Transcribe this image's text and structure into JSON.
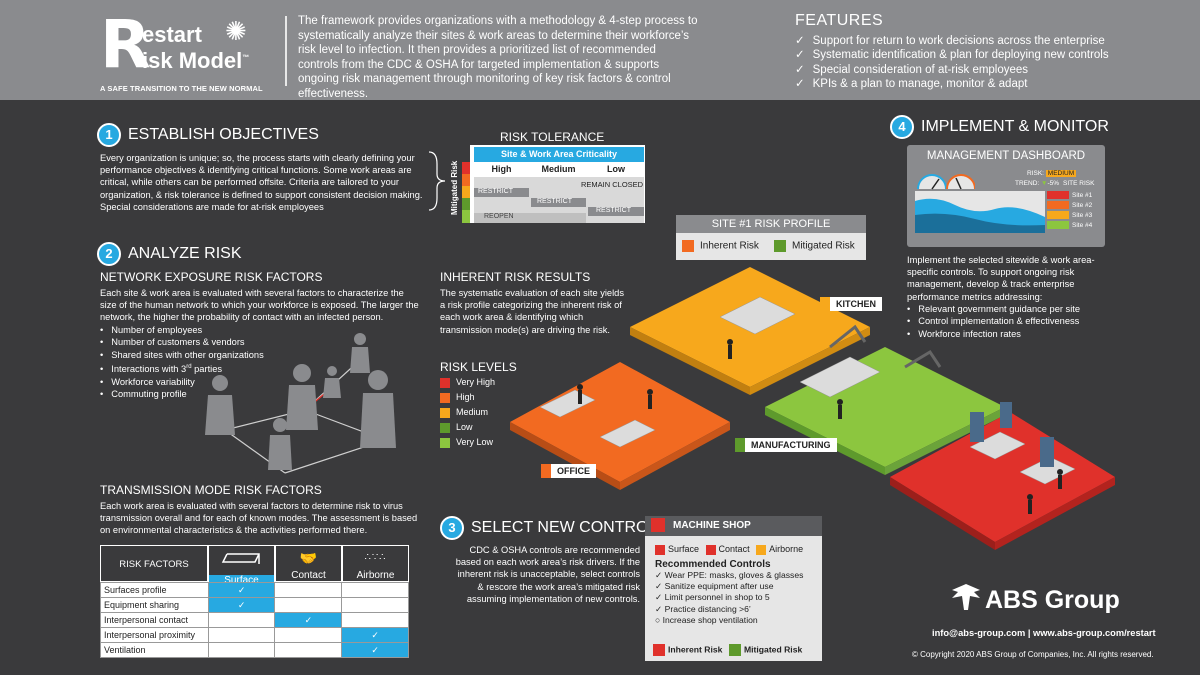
{
  "logo": {
    "r_glyph": "R",
    "restart": "estart",
    "risk_model": "isk Model",
    "tm": "™",
    "tagline": "A SAFE TRANSITION TO THE NEW NORMAL"
  },
  "intro": "The framework provides organizations with a methodology & 4-step process to systematically analyze their sites & work areas to determine their workforce’s risk level to infection. It then provides a prioritized list of recommended controls from the CDC & OSHA for targeted implementation & supports ongoing risk management through monitoring of key risk factors & control effectiveness.",
  "features": {
    "title": "FEATURES",
    "items": [
      "Support for return to work decisions across the enterprise",
      "Systematic identification & plan for deploying new controls",
      "Special consideration of at-risk employees",
      "KPIs & a plan to manage, monitor & adapt"
    ]
  },
  "step1": {
    "num": "1",
    "title": "ESTABLISH OBJECTIVES",
    "body": "Every organization is unique; so, the process starts with clearly defining your performance objectives & identifying critical functions.  Some work areas are critical, while others can be performed offsite.  Criteria are tailored to your organization, & risk tolerance is defined to support consistent decision making.  Special considerations are made for at-risk employees"
  },
  "risk_tolerance": {
    "title": "RISK TOLERANCE",
    "criticality": "Site & Work Area Criticality",
    "cols": [
      "High",
      "Medium",
      "Low"
    ],
    "side_label": "Mitigated Risk",
    "remain_closed": "REMAIN CLOSED",
    "restrict": "RESTRICT",
    "reopen": "REOPEN"
  },
  "step2": {
    "num": "2",
    "title": "ANALYZE RISK",
    "network_title": "NETWORK EXPOSURE RISK FACTORS",
    "network_body": "Each site & work area is evaluated with several factors to characterize the size of the human network to which your workforce is exposed.  The larger the network, the higher the probability of contact with an infected person.",
    "network_items": [
      "Number of employees",
      "Number of customers & vendors",
      "Shared sites with other organizations",
      "Interactions with 3",
      "Workforce variability",
      "Commuting profile"
    ],
    "superscript": "rd",
    "parties": " parties",
    "transmission_title": "TRANSMISSION MODE RISK FACTORS",
    "transmission_body": "Each work area is evaluated with several factors to determine risk to virus transmission overall and for each of known modes.  The assessment is based on environmental characteristics & the activities performed there."
  },
  "transmission_table": {
    "header": "RISK FACTORS",
    "cols": [
      "Surface",
      "Contact",
      "Airborne"
    ],
    "rows": [
      {
        "label": "Surfaces profile",
        "checks": [
          true,
          false,
          false
        ]
      },
      {
        "label": "Equipment sharing",
        "checks": [
          true,
          false,
          false
        ]
      },
      {
        "label": "Interpersonal contact",
        "checks": [
          false,
          true,
          false
        ]
      },
      {
        "label": "Interpersonal proximity",
        "checks": [
          false,
          false,
          true
        ]
      },
      {
        "label": "Ventilation",
        "checks": [
          false,
          false,
          true
        ]
      }
    ],
    "check_mark": "✓"
  },
  "inherent": {
    "title": "INHERENT RISK RESULTS",
    "body": "The systematic evaluation of each site yields a risk profile categorizing the inherent risk of each work area & identifying which transmission mode(s) are driving the risk."
  },
  "risk_levels": {
    "title": "RISK LEVELS",
    "items": [
      {
        "label": "Very High",
        "color": "#e0312b"
      },
      {
        "label": "High",
        "color": "#f26a21"
      },
      {
        "label": "Medium",
        "color": "#f7a81c"
      },
      {
        "label": "Low",
        "color": "#5e9a2c"
      },
      {
        "label": "Very Low",
        "color": "#8cc63f"
      }
    ]
  },
  "site_profile": {
    "title": "SITE #1 RISK PROFILE",
    "inherent": "Inherent Risk",
    "mitigated": "Mitigated Risk",
    "inherent_color": "#f26a21",
    "mitigated_color": "#5e9a2c"
  },
  "areas": {
    "kitchen": "KITCHEN",
    "office": "OFFICE",
    "manufacturing": "MANUFACTURING"
  },
  "step3": {
    "num": "3",
    "title": "SELECT NEW CONTROLS",
    "body": "CDC & OSHA controls are recommended based on each work area’s risk drivers. If the inherent risk is unacceptable, select controls & rescore the work area’s mitigated risk assuming implementation of new controls."
  },
  "machine_shop": {
    "title": "MACHINE SHOP",
    "modes": [
      "Surface",
      "Contact",
      "Airborne"
    ],
    "rec_title": "Recommended Controls",
    "controls": [
      "Wear PPE: masks, gloves & glasses",
      "Sanitize equipment after use",
      "Limit personnel in shop to 5",
      "Practice distancing >6’",
      "Increase shop ventilation"
    ],
    "inherent": "Inherent Risk",
    "mitigated": "Mitigated Risk"
  },
  "step4": {
    "num": "4",
    "title": "IMPLEMENT & MONITOR",
    "dashboard_title": "MANAGEMENT DASHBOARD",
    "risk_label": "RISK:",
    "risk_value": "MEDIUM",
    "trend_label": "TREND:",
    "trend_value": "-5%",
    "site_risk": "SITE RISK",
    "sites": [
      "Site #1",
      "Site #2",
      "Site #3",
      "Site #4"
    ],
    "body": "Implement the selected sitewide & work area-specific controls.  To support ongoing risk management, develop & track enterprise performance metrics addressing:",
    "items": [
      "Relevant government guidance per site",
      "Control implementation & effectiveness",
      "Workforce infection rates"
    ]
  },
  "footer": {
    "brand": "ABS Group",
    "contact": "info@abs-group.com  |  www.abs-group.com/restart",
    "copyright": "© Copyright 2020 ABS Group of Companies, Inc. All rights reserved."
  }
}
